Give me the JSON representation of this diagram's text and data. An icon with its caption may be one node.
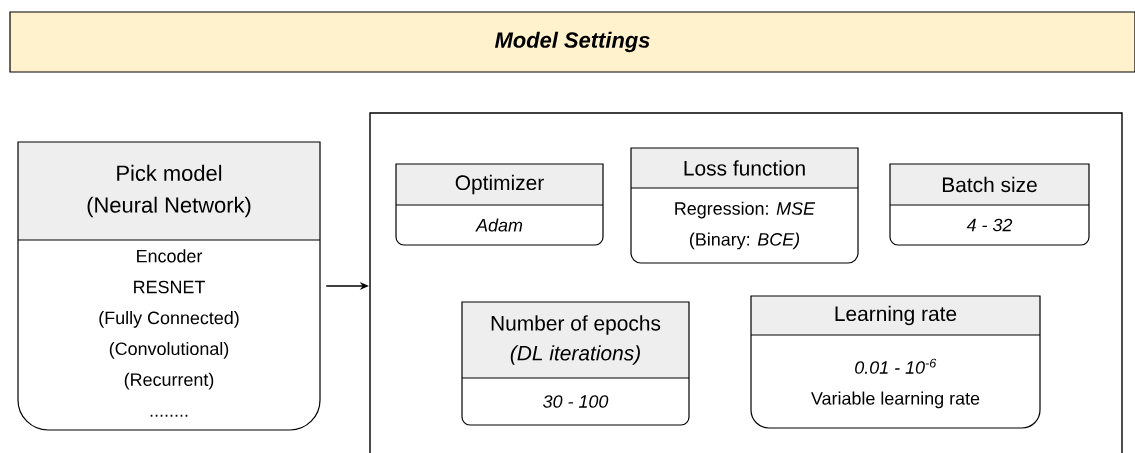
{
  "diagram": {
    "nodes": [
      {
        "text": [
          "Model Settings"
        ]
      },
      {
        "text": [
          "Pick model",
          "(Neural Network)",
          "Encoder",
          "RESNET",
          "(Fully Connected)",
          "(Convolutional)",
          "(Recurrent)",
          "........"
        ]
      },
      {
        "text": [],
        "shape": "box"
      },
      {
        "text": [
          "Optimizer",
          "Adam"
        ],
        "in": 2
      },
      {
        "text": [
          "Loss function",
          "Regression: *MSE*",
          "(Binary: *BCE)*"
        ],
        "in": 2
      },
      {
        "text": [
          "Batch size",
          "4 - 32"
        ],
        "in": 2
      },
      {
        "text": [
          "Number of epochs",
          "(DL iterations)",
          "30 - 100"
        ],
        "in": 2
      },
      {
        "text": [
          "Learning rate",
          "0.01 - 10$^{-6}$",
          "Variable learning rate"
        ],
        "in": 2
      }
    ],
    "edges": [
      {
        "from": 1,
        "to": 2,
        "arrow": "to"
      }
    ]
  }
}
